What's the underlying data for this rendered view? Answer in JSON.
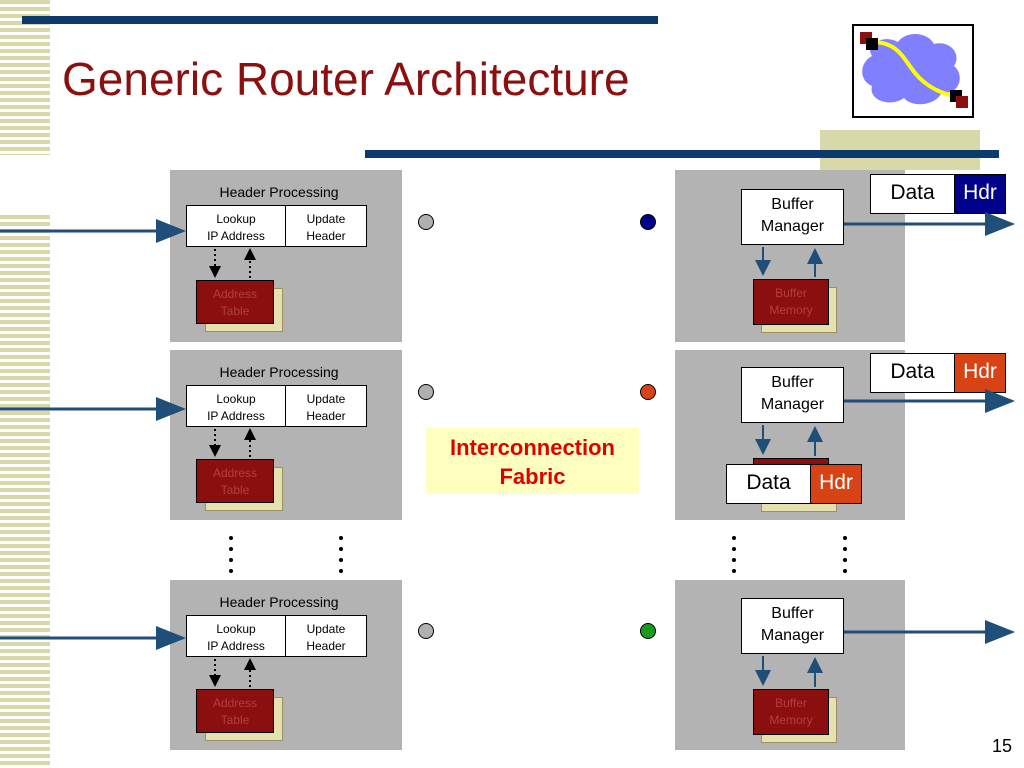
{
  "slide": {
    "title": "Generic Router Architecture",
    "page_number": "15"
  },
  "header_processing_label": "Header Processing",
  "lookup_line1": "Lookup",
  "lookup_line2": "IP Address",
  "update_line1": "Update",
  "update_line2": "Header",
  "address_table_line1": "Address",
  "address_table_line2": "Table",
  "buffer_manager_line1": "Buffer",
  "buffer_manager_line2": "Manager",
  "buffer_memory_line1": "Buffer",
  "buffer_memory_line2": "Memory",
  "fabric": {
    "line1": "Interconnection",
    "line2": "Fabric"
  },
  "packet": {
    "data_label": "Data",
    "hdr_label": "Hdr"
  },
  "colors": {
    "title": "#8b0f0f",
    "rule": "#0b3a6b",
    "arrow": "#1f4e79",
    "panel": "#b3b3b3",
    "address_table": "#8b0f0f",
    "fabric_bg": "#ffffc0",
    "fabric_text": "#e00000",
    "hdr_blue": "#00008b",
    "hdr_orange": "#d84315",
    "input_port_dot": "#b0b0b0",
    "output_port_dot_1": "#00008b",
    "output_port_dot_2": "#d84315",
    "output_port_dot_3": "#1a9a1a"
  }
}
